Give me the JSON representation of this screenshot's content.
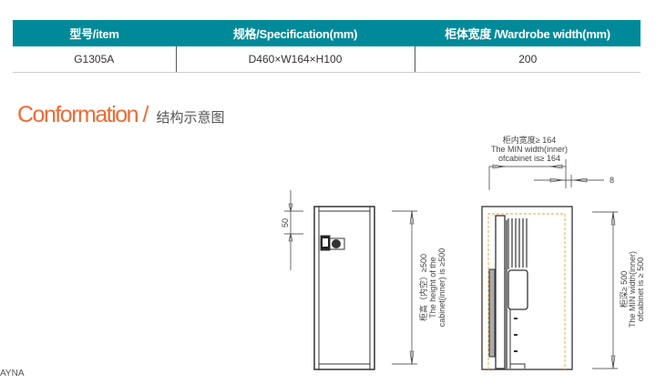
{
  "table": {
    "headers": [
      "型号/item",
      "规格/Specification(mm)",
      "柜体宽度 /Wardrobe width(mm)"
    ],
    "row": [
      "G1305A",
      "D460×W164×H100",
      "200"
    ]
  },
  "section": {
    "title": "Conformation",
    "slash": "/",
    "subtitle": "结构示意图"
  },
  "diagram": {
    "dim_50": "50",
    "height_label": [
      "柜高（内空）≥500",
      "The height of the",
      "cabinet(inner) is ≥500"
    ],
    "width_label": [
      "柜内宽度≥ 164",
      "The MIN width(inner)",
      "ofcabinet is≥ 164"
    ],
    "gap_label": "8",
    "depth_label": [
      "柜深≥ 500",
      "The MIN width(inner)",
      "ofcabinet is ≥ 500"
    ]
  },
  "footer": "AYNA",
  "colors": {
    "header": "#008a99",
    "title": "#f06a35",
    "guide": "#f0a030"
  }
}
